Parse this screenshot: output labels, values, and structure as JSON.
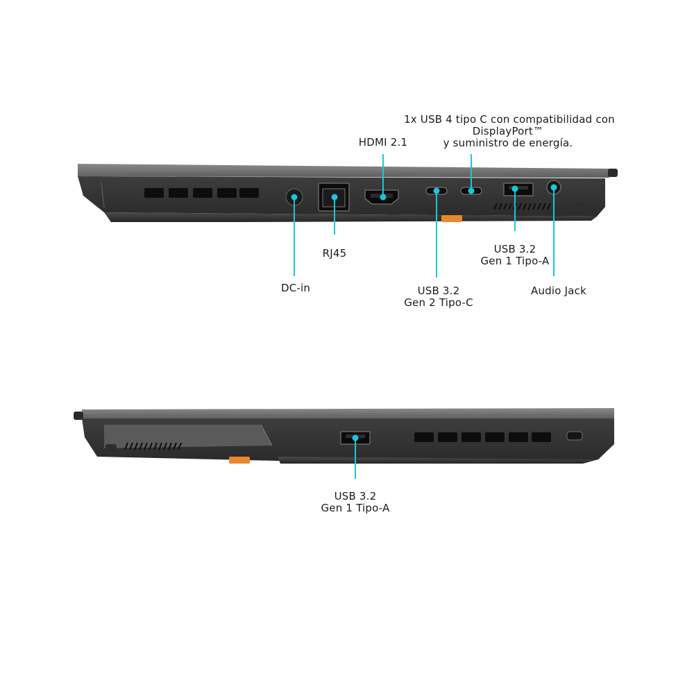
{
  "accent_color": "#15c8df",
  "top_view": {
    "labels": {
      "usb4": [
        "1x USB 4 tipo C  con compatibilidad con",
        "DisplayPort™",
        "y suministro de energía."
      ],
      "hdmi": "HDMI 2.1",
      "rj45": "RJ45",
      "dcin": "DC-in",
      "usbc": [
        "USB 3.2",
        "Gen 2 Tipo-C"
      ],
      "usba": [
        "USB 3.2",
        "Gen 1 Tipo-A"
      ],
      "audio": "Audio Jack"
    }
  },
  "bottom_view": {
    "labels": {
      "usba": [
        "USB 3.2",
        "Gen 1 Tipo-A"
      ]
    }
  }
}
